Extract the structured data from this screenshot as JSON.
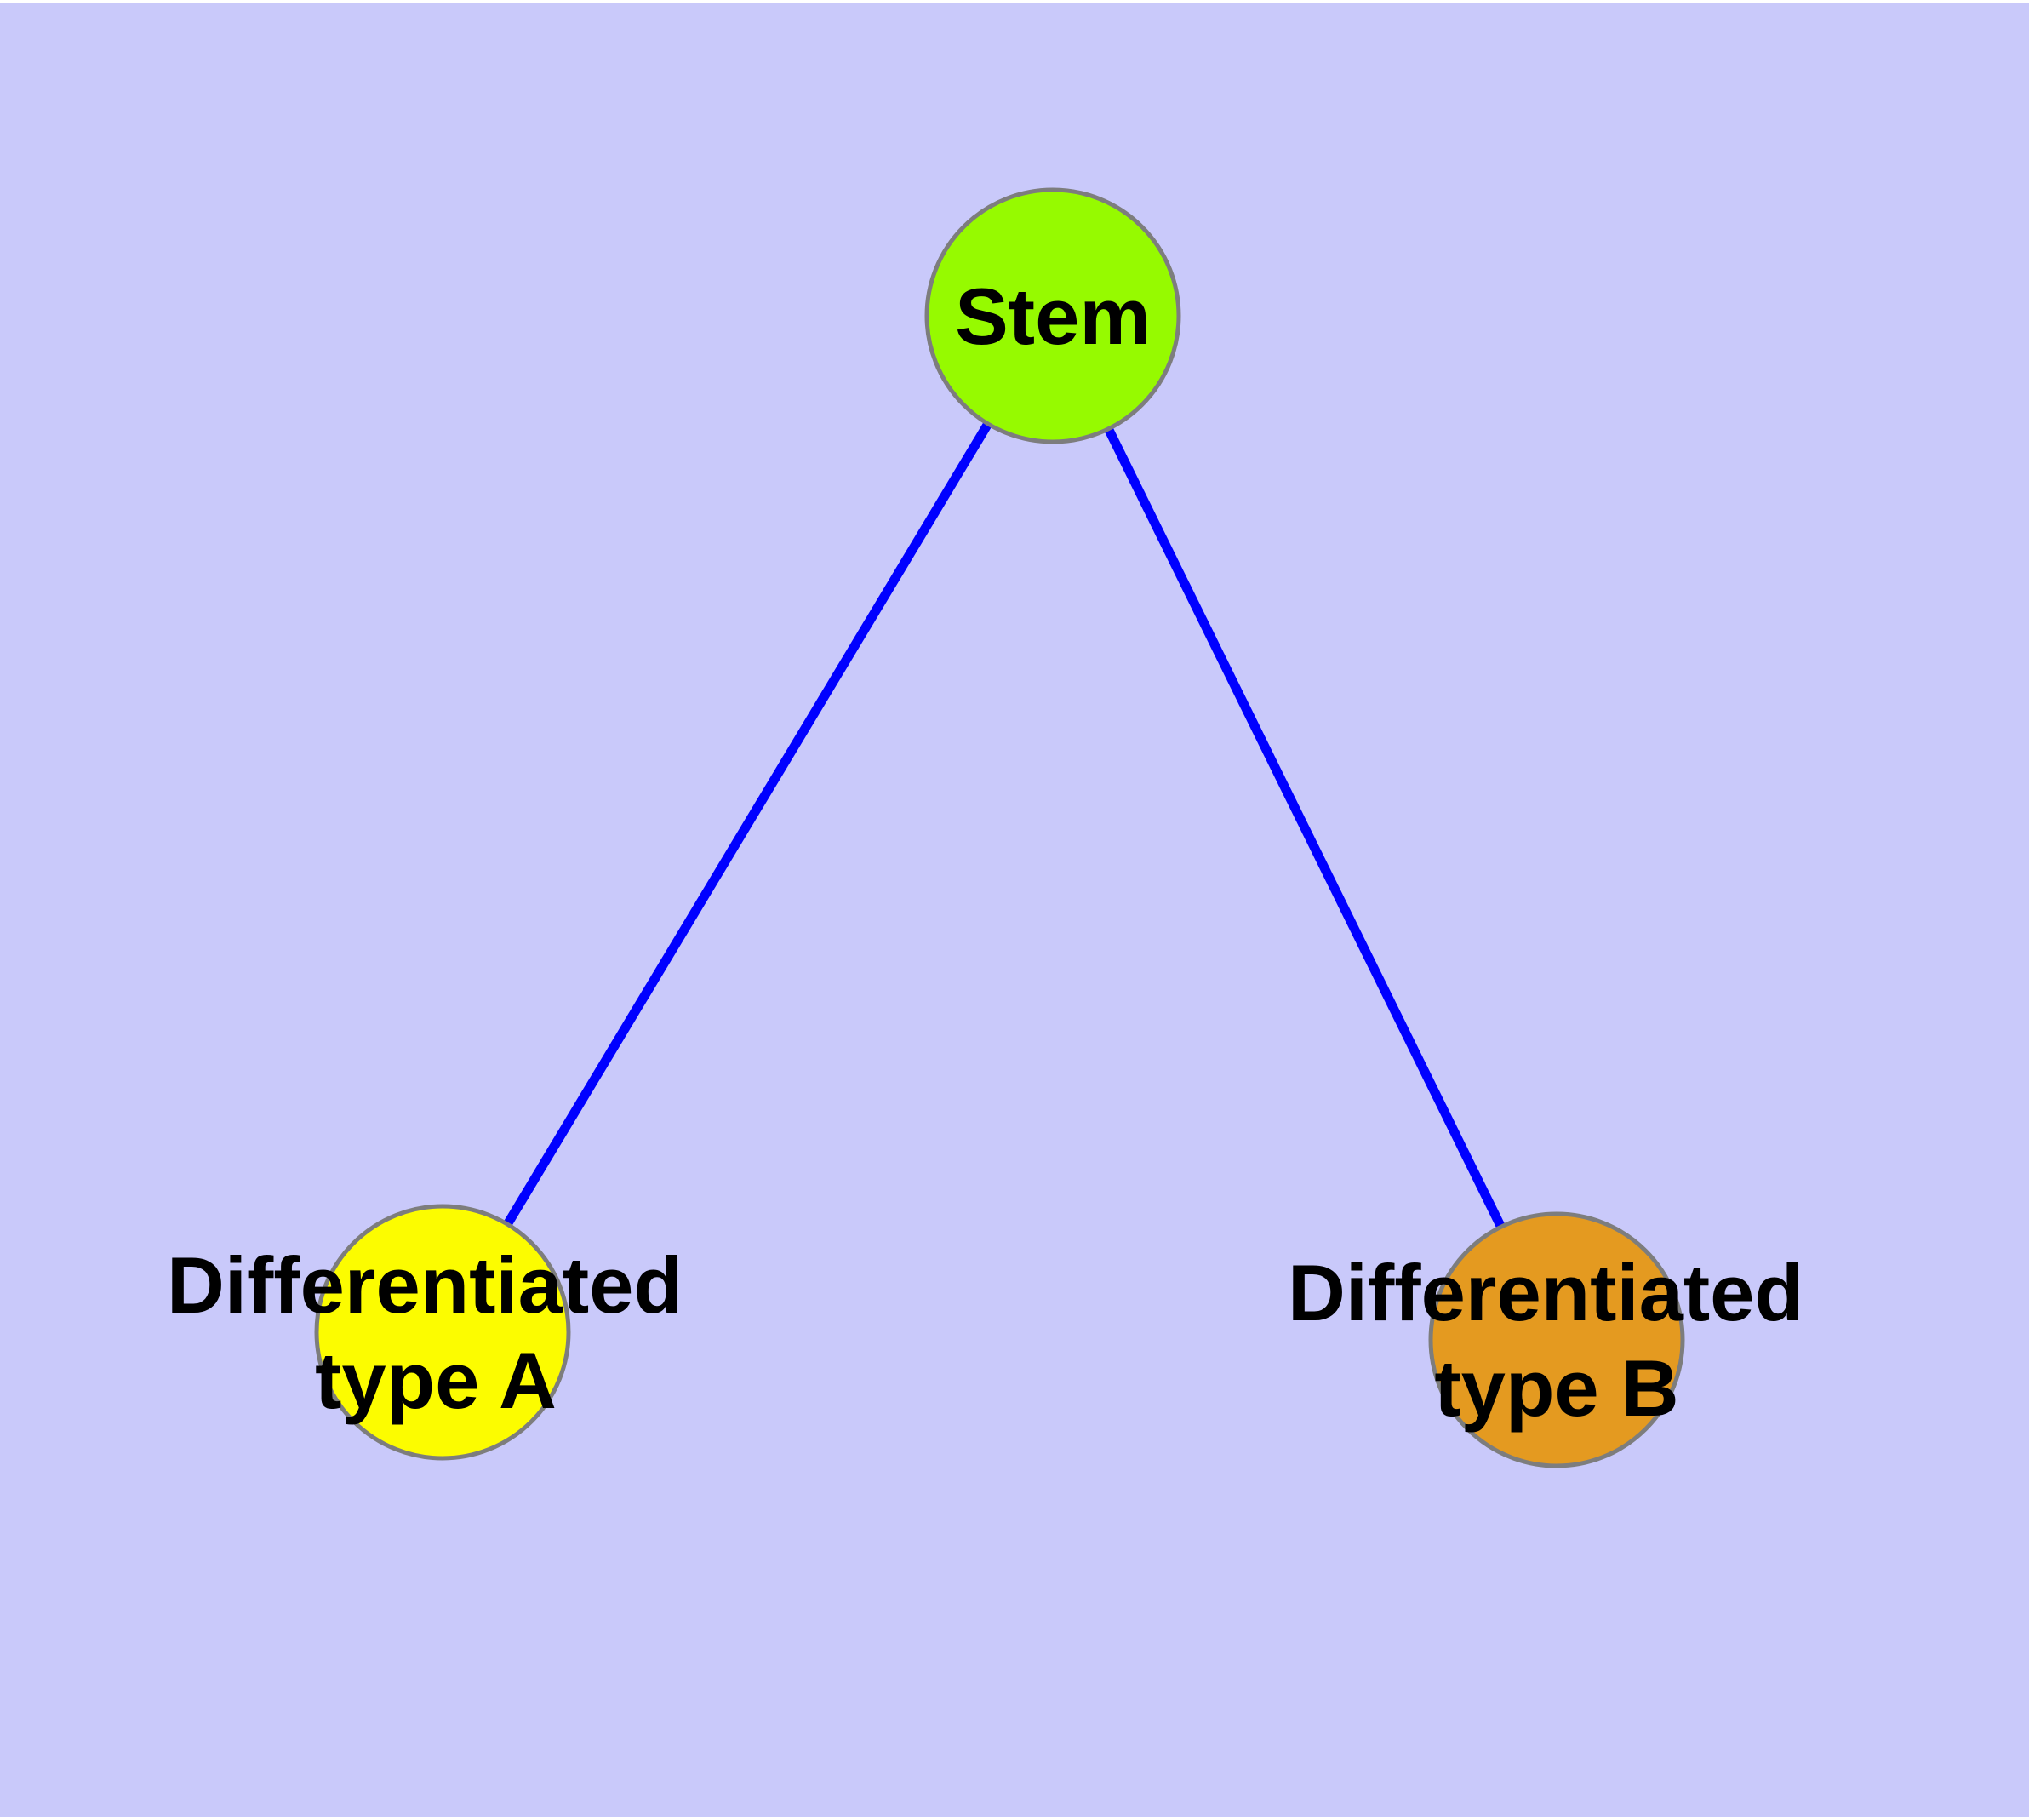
{
  "canvas": {
    "page_background": "#FFFFFF",
    "plot_background": "#C9C9FA"
  },
  "graph": {
    "type": "node-link-diagram",
    "edge_color": "#0000FF",
    "node_border_color": "#7D7D7D",
    "label_color": "#000000",
    "nodes": [
      {
        "id": "stem",
        "label": "Stem",
        "lines": [
          "Stem"
        ],
        "color": "#96FA00"
      },
      {
        "id": "differentiated-type-a",
        "label": "Differentiated type A",
        "lines": [
          "Differentiated",
          "type A"
        ],
        "color": "#FCFC00"
      },
      {
        "id": "differentiated-type-b",
        "label": "Differentiated type B",
        "lines": [
          "Differentiated",
          "type B"
        ],
        "color": "#E49A20"
      }
    ],
    "edges": [
      {
        "source": "Stem",
        "target": "Differentiated type A"
      },
      {
        "source": "Stem",
        "target": "Differentiated type B"
      }
    ]
  }
}
